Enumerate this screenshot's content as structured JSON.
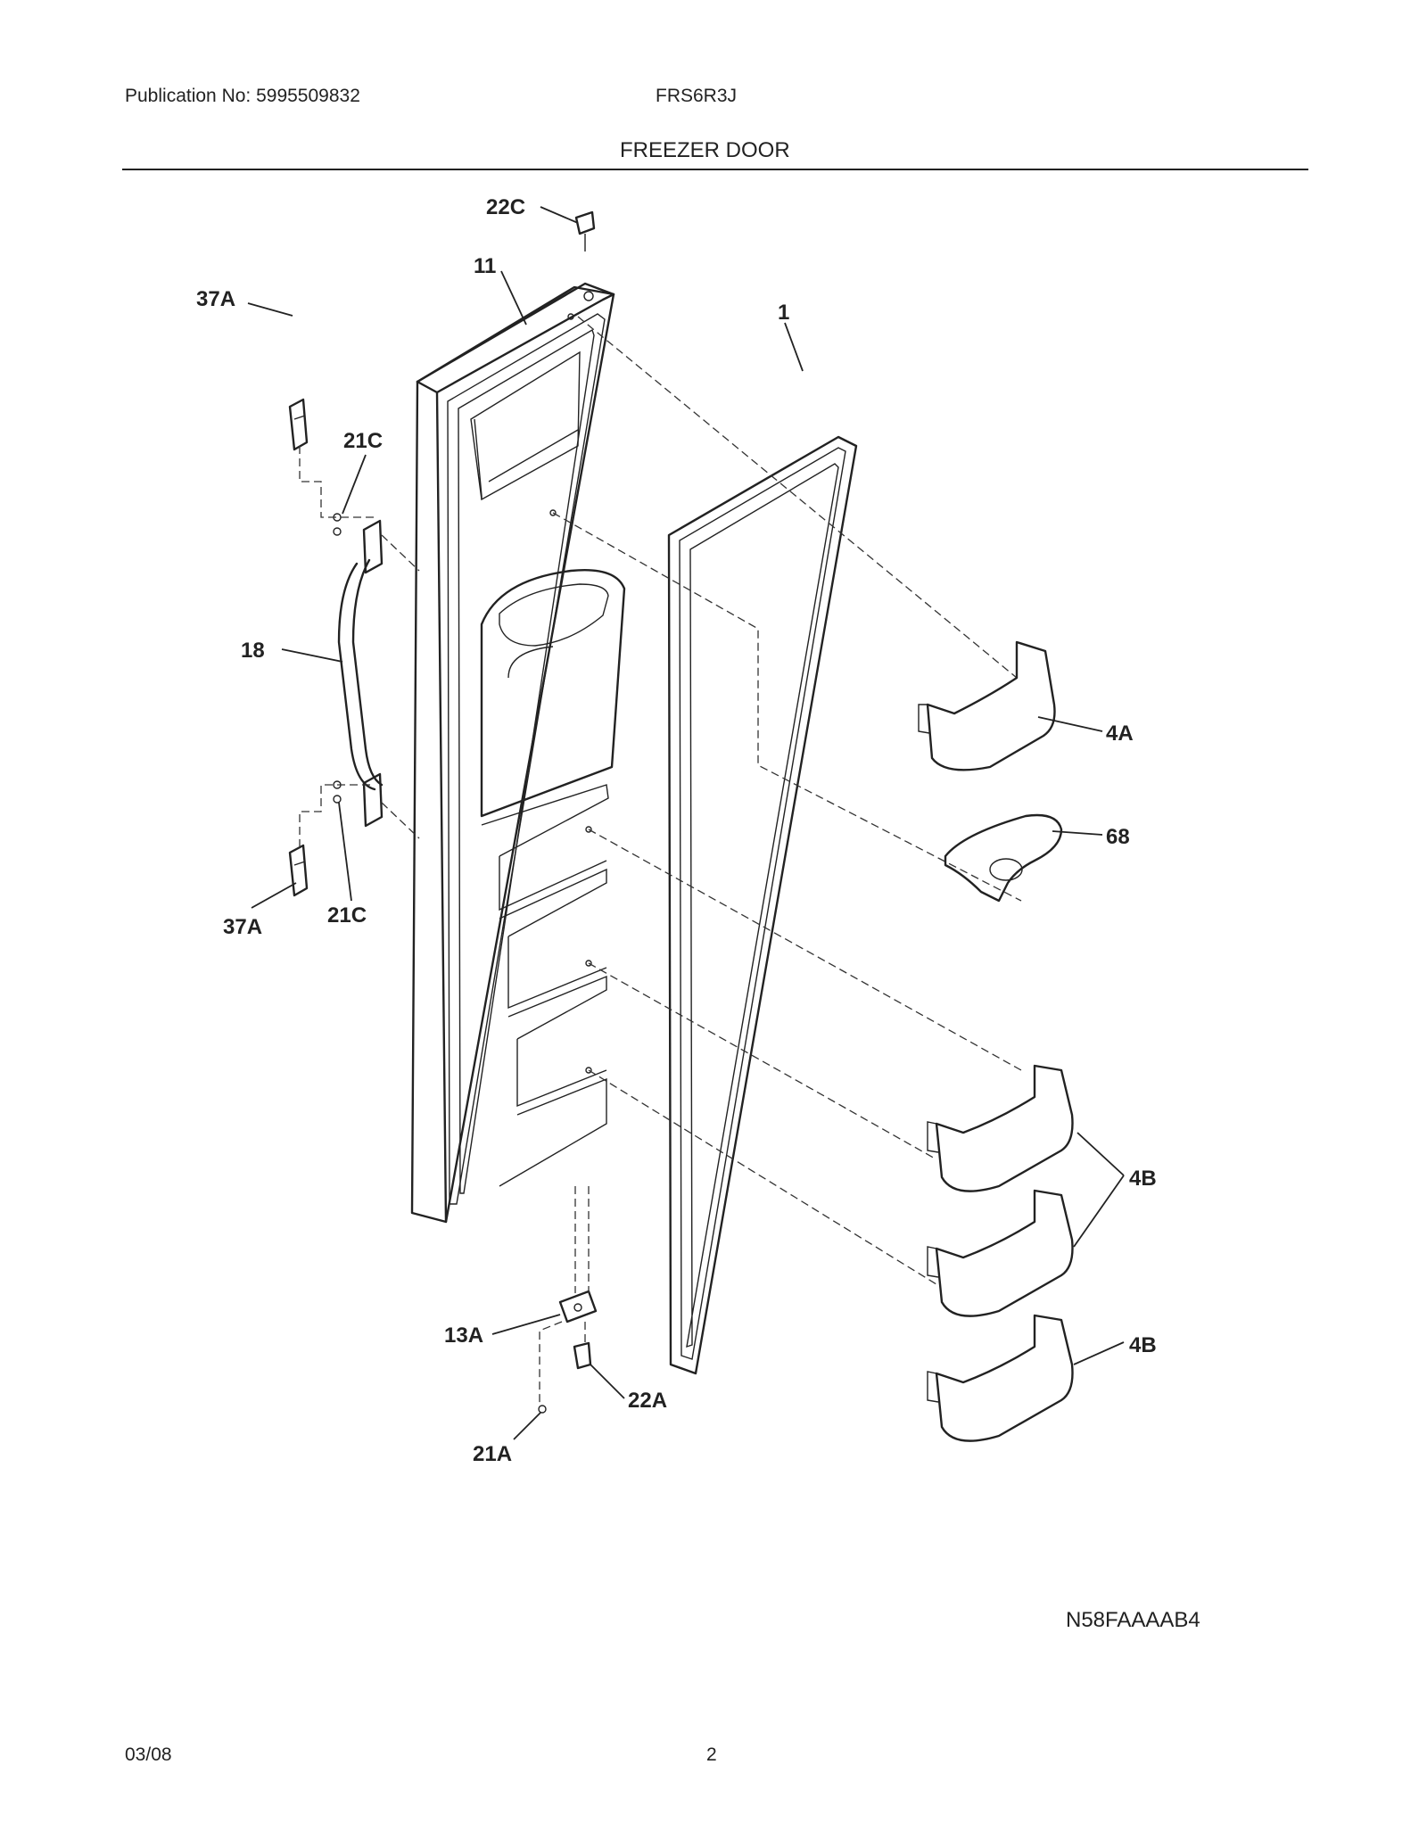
{
  "header": {
    "publication": "Publication No: 5995509832",
    "model": "FRS6R3J",
    "section_title": "FREEZER DOOR"
  },
  "diagram": {
    "code": "N58FAAAAB4",
    "parts": {
      "p22C": "22C",
      "p11": "11",
      "p37A_top": "37A",
      "p21C_top": "21C",
      "p1": "1",
      "p18": "18",
      "p4A": "4A",
      "p68": "68",
      "p21C_bottom": "21C",
      "p37A_bottom": "37A",
      "p4B_upper": "4B",
      "p4B_lower": "4B",
      "p13A": "13A",
      "p22A": "22A",
      "p21A": "21A"
    }
  },
  "footer": {
    "date": "03/08",
    "page": "2"
  }
}
